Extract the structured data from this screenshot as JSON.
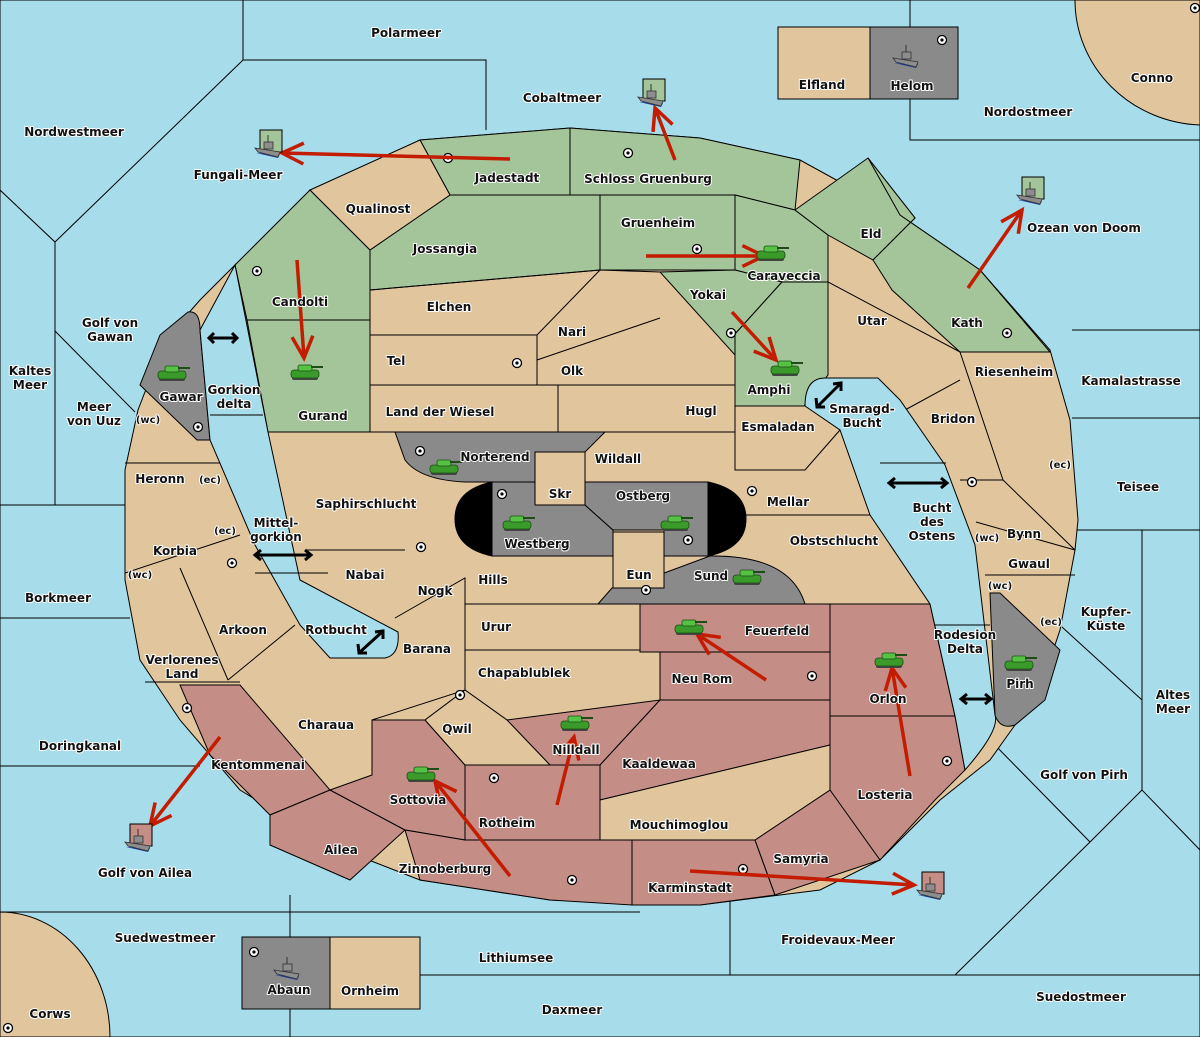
{
  "map": {
    "powers": {
      "green": {
        "color": "#a3c599"
      },
      "red": {
        "color": "#c48d85"
      },
      "gray": {
        "color": "#8a8a8a"
      },
      "neutral_land": {
        "color": "#e1c59d"
      },
      "sea": {
        "color": "#a7dcea"
      },
      "order_arrow": {
        "color": "#c41c00"
      }
    },
    "labels": {
      "polarmeer": "Polarmeer",
      "cobaltmeer": "Cobaltmeer",
      "elfland": "Elfland",
      "helom": "Helom",
      "conno": "Conno",
      "nordostmeer": "Nordostmeer",
      "nordwestmeer": "Nordwestmeer",
      "fungali_meer": "Fungali-Meer",
      "jadestadt": "Jadestadt",
      "schloss_gruenburg": "Schloss Gruenburg",
      "qualinost": "Qualinost",
      "gruenheim": "Gruenheim",
      "eld": "Eld",
      "ozean_von_doom": "Ozean von Doom",
      "jossangia": "Jossangia",
      "caraveccia": "Caraveccia",
      "candolti": "Candolti",
      "elchen": "Elchen",
      "golf_von_gawan_1": "Golf von",
      "golf_von_gawan_2": "Gawan",
      "nari": "Nari",
      "yokai": "Yokai",
      "utar": "Utar",
      "kath": "Kath",
      "tel": "Tel",
      "olk": "Olk",
      "amphi": "Amphi",
      "riesenheim": "Riesenheim",
      "kamalastrasse": "Kamalastrasse",
      "kaltes_meer_1": "Kaltes",
      "kaltes_meer_2": "Meer",
      "gawar": "Gawar",
      "gorkion_delta_1": "Gorkion",
      "gorkion_delta_2": "delta",
      "gurand": "Gurand",
      "land_der_wiesel": "Land der Wiesel",
      "hugl": "Hugl",
      "smaragd_bucht_1": "Smaragd-",
      "smaragd_bucht_2": "Bucht",
      "bridon": "Bridon",
      "meer_von_uuz_1": "Meer",
      "meer_von_uuz_2": "von Uuz",
      "esmaladan": "Esmaladan",
      "norterend": "Norterend",
      "wildall": "Wildall",
      "heronn": "Heronn",
      "teisee": "Teisee",
      "skr": "Skr",
      "ostberg": "Ostberg",
      "mellar": "Mellar",
      "saphirschlucht": "Saphirschlucht",
      "bucht_des_ostens_1": "Bucht",
      "bucht_des_ostens_2": "des",
      "bucht_des_ostens_3": "Ostens",
      "mittelgorkion_1": "Mittel-",
      "mittelgorkion_2": "gorkion",
      "westberg": "Westberg",
      "obstschlucht": "Obstschlucht",
      "bynn": "Bynn",
      "korbia": "Korbia",
      "gwaul": "Gwaul",
      "nabai": "Nabai",
      "hills": "Hills",
      "eun": "Eun",
      "sund": "Sund",
      "nogk": "Nogk",
      "borkmeer": "Borkmeer",
      "kupfer_kueste_1": "Kupfer-",
      "kupfer_kueste_2": "Küste",
      "urur": "Urur",
      "feuerfeld": "Feuerfeld",
      "arkoon": "Arkoon",
      "rotbucht": "Rotbucht",
      "rodesion_delta_1": "Rodesion",
      "rodesion_delta_2": "Delta",
      "barana": "Barana",
      "verlorenes_land_1": "Verlorenes",
      "verlorenes_land_2": "Land",
      "chapablublek": "Chapablublek",
      "neu_rom": "Neu Rom",
      "pirh": "Pirh",
      "altes_meer_1": "Altes",
      "altes_meer_2": "Meer",
      "orlon": "Orlon",
      "charaua": "Charaua",
      "qwil": "Qwil",
      "doringkanal": "Doringkanal",
      "nilldall": "Nilldall",
      "kaaldewaa": "Kaaldewaa",
      "kentommenai": "Kentommenai",
      "golf_von_pirh": "Golf von Pirh",
      "sottovia": "Sottovia",
      "losteria": "Losteria",
      "rotheim": "Rotheim",
      "mouchimoglou": "Mouchimoglou",
      "ailea": "Ailea",
      "samyria": "Samyria",
      "golf_von_ailea": "Golf von Ailea",
      "zinnoberburg": "Zinnoberburg",
      "karminstadt": "Karminstadt",
      "suedwestmeer": "Suedwestmeer",
      "froidevaux_meer": "Froidevaux-Meer",
      "abaun": "Abaun",
      "ornheim": "Ornheim",
      "lithiumsee": "Lithiumsee",
      "suedostmeer": "Suedostmeer",
      "corws": "Corws",
      "daxmeer": "Daxmeer",
      "coast_wc": "(wc)",
      "coast_ec": "(ec)"
    },
    "units": [
      {
        "type": "fleet",
        "power": "green",
        "territory": "Fungali-Meer"
      },
      {
        "type": "fleet",
        "power": "green",
        "territory": "Cobaltmeer"
      },
      {
        "type": "fleet",
        "power": "gray",
        "territory": "Helom"
      },
      {
        "type": "fleet",
        "power": "green",
        "territory": "Ozean von Doom"
      },
      {
        "type": "army",
        "power": "green",
        "territory": "Caraveccia"
      },
      {
        "type": "army",
        "power": "green",
        "territory": "Gurand"
      },
      {
        "type": "army",
        "power": "gray",
        "territory": "Gawar"
      },
      {
        "type": "army",
        "power": "green",
        "territory": "Amphi"
      },
      {
        "type": "army",
        "power": "gray",
        "territory": "Norterend"
      },
      {
        "type": "army",
        "power": "gray",
        "territory": "Westberg"
      },
      {
        "type": "army",
        "power": "gray",
        "territory": "Ostberg"
      },
      {
        "type": "army",
        "power": "gray",
        "territory": "Sund"
      },
      {
        "type": "army",
        "power": "red",
        "territory": "Feuerfeld"
      },
      {
        "type": "army",
        "power": "red",
        "territory": "Orlon"
      },
      {
        "type": "army",
        "power": "gray",
        "territory": "Pirh"
      },
      {
        "type": "army",
        "power": "red",
        "territory": "Nilldall"
      },
      {
        "type": "army",
        "power": "red",
        "territory": "Sottovia"
      },
      {
        "type": "fleet",
        "power": "red",
        "territory": "Golf von Ailea"
      },
      {
        "type": "fleet",
        "power": "red",
        "territory": "Froidevaux-Meer"
      },
      {
        "type": "fleet",
        "power": "gray",
        "territory": "Abaun"
      }
    ],
    "orders": [
      {
        "from": "Jadestadt",
        "to": "Fungali-Meer"
      },
      {
        "from": "Schloss Gruenburg",
        "to": "Cobaltmeer"
      },
      {
        "from": "Gruenheim",
        "to": "Caraveccia"
      },
      {
        "from": "Kath",
        "to": "Ozean von Doom"
      },
      {
        "from": "Candolti",
        "to": "Gurand"
      },
      {
        "from": "Yokai",
        "to": "Amphi"
      },
      {
        "from": "Neu Rom",
        "to": "Feuerfeld"
      },
      {
        "from": "Losteria",
        "to": "Orlon"
      },
      {
        "from": "Rotheim",
        "to": "Nilldall"
      },
      {
        "from": "Zinnoberburg",
        "to": "Sottovia"
      },
      {
        "from": "Kentommenai",
        "to": "Golf von Ailea"
      },
      {
        "from": "Karminstadt",
        "to": "Froidevaux-Meer"
      }
    ]
  }
}
